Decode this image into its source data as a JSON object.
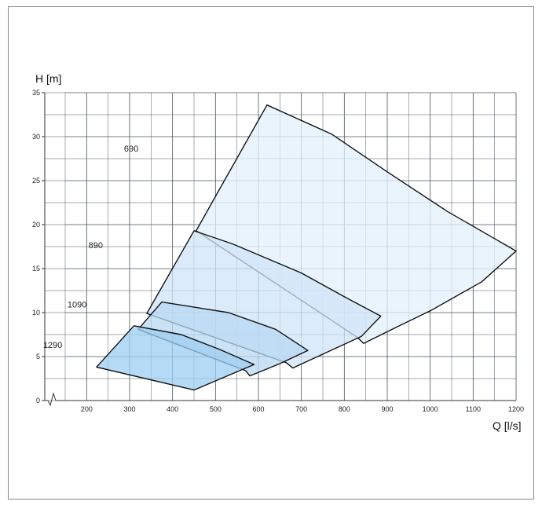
{
  "chart_data": {
    "type": "area",
    "xlabel": "Q [l/s]",
    "ylabel": "H [m]",
    "xlim": [
      100,
      1200
    ],
    "ylim": [
      0,
      35
    ],
    "grid": true,
    "x_ticks": [
      {
        "value": 200,
        "label": "200"
      },
      {
        "value": 300,
        "label": "300"
      },
      {
        "value": 400,
        "label": "400"
      },
      {
        "value": 500,
        "label": "500"
      },
      {
        "value": 600,
        "label": "600"
      },
      {
        "value": 700,
        "label": "700"
      },
      {
        "value": 800,
        "label": "800"
      },
      {
        "value": 900,
        "label": "900"
      },
      {
        "value": 1000,
        "label": "1000"
      },
      {
        "value": 1100,
        "label": "1100"
      },
      {
        "value": 1200,
        "label": "1200"
      }
    ],
    "y_ticks": [
      {
        "value": 0,
        "label": "0"
      },
      {
        "value": 5,
        "label": "5"
      },
      {
        "value": 10,
        "label": "10"
      },
      {
        "value": 15,
        "label": "15"
      },
      {
        "value": 20,
        "label": "20"
      },
      {
        "value": 25,
        "label": "25"
      },
      {
        "value": 30,
        "label": "30"
      },
      {
        "value": 35,
        "label": "35"
      }
    ],
    "axis_break": true,
    "colors": {
      "690": "#e3f0fc",
      "890": "#cfe4f8",
      "1090": "#b8d8f3",
      "1290": "#9ccdf2"
    },
    "series": [
      {
        "name": "690",
        "label_at": [
          285,
          28.3
        ],
        "points": [
          [
            455,
            19.3
          ],
          [
            620,
            33.6
          ],
          [
            770,
            30.3
          ],
          [
            900,
            26.0
          ],
          [
            1040,
            21.5
          ],
          [
            1200,
            17.0
          ],
          [
            1120,
            13.5
          ],
          [
            1000,
            10.2
          ],
          [
            920,
            8.3
          ],
          [
            845,
            6.5
          ],
          [
            830,
            7.2
          ],
          [
            455,
            19.3
          ]
        ]
      },
      {
        "name": "890",
        "label_at": [
          202,
          17.3
        ],
        "points": [
          [
            340,
            9.9
          ],
          [
            450,
            19.3
          ],
          [
            540,
            17.8
          ],
          [
            700,
            14.5
          ],
          [
            800,
            11.8
          ],
          [
            885,
            9.6
          ],
          [
            840,
            7.3
          ],
          [
            760,
            5.5
          ],
          [
            680,
            3.7
          ],
          [
            665,
            4.3
          ],
          [
            340,
            9.9
          ]
        ]
      },
      {
        "name": "1090",
        "label_at": [
          153,
          10.6
        ],
        "points": [
          [
            320,
            8.1
          ],
          [
            375,
            11.2
          ],
          [
            530,
            10.0
          ],
          [
            640,
            8.1
          ],
          [
            715,
            5.7
          ],
          [
            650,
            4.2
          ],
          [
            580,
            2.8
          ],
          [
            570,
            3.4
          ],
          [
            320,
            8.1
          ]
        ]
      },
      {
        "name": "1290",
        "label_at": [
          96,
          6.0
        ],
        "points": [
          [
            223,
            3.8
          ],
          [
            310,
            8.5
          ],
          [
            420,
            7.5
          ],
          [
            510,
            5.8
          ],
          [
            590,
            4.1
          ],
          [
            450,
            1.2
          ],
          [
            223,
            3.8
          ]
        ]
      }
    ]
  }
}
